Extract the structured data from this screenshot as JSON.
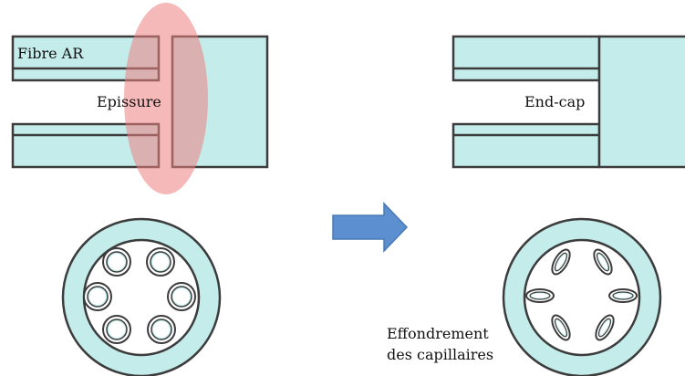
{
  "labels": {
    "fibre_ar": "Fibre AR",
    "epissure": "Epissure",
    "end_cap": "End-cap",
    "effondrement_line1": "Effondrement",
    "effondrement_line2": "des capillaires"
  },
  "colors": {
    "fill": "#c3ecea",
    "stroke": "#3c3c3c",
    "splice_highlight": "#ef8080",
    "arrow": "#5b8fd0",
    "arrow_stroke": "#4a78b4"
  }
}
